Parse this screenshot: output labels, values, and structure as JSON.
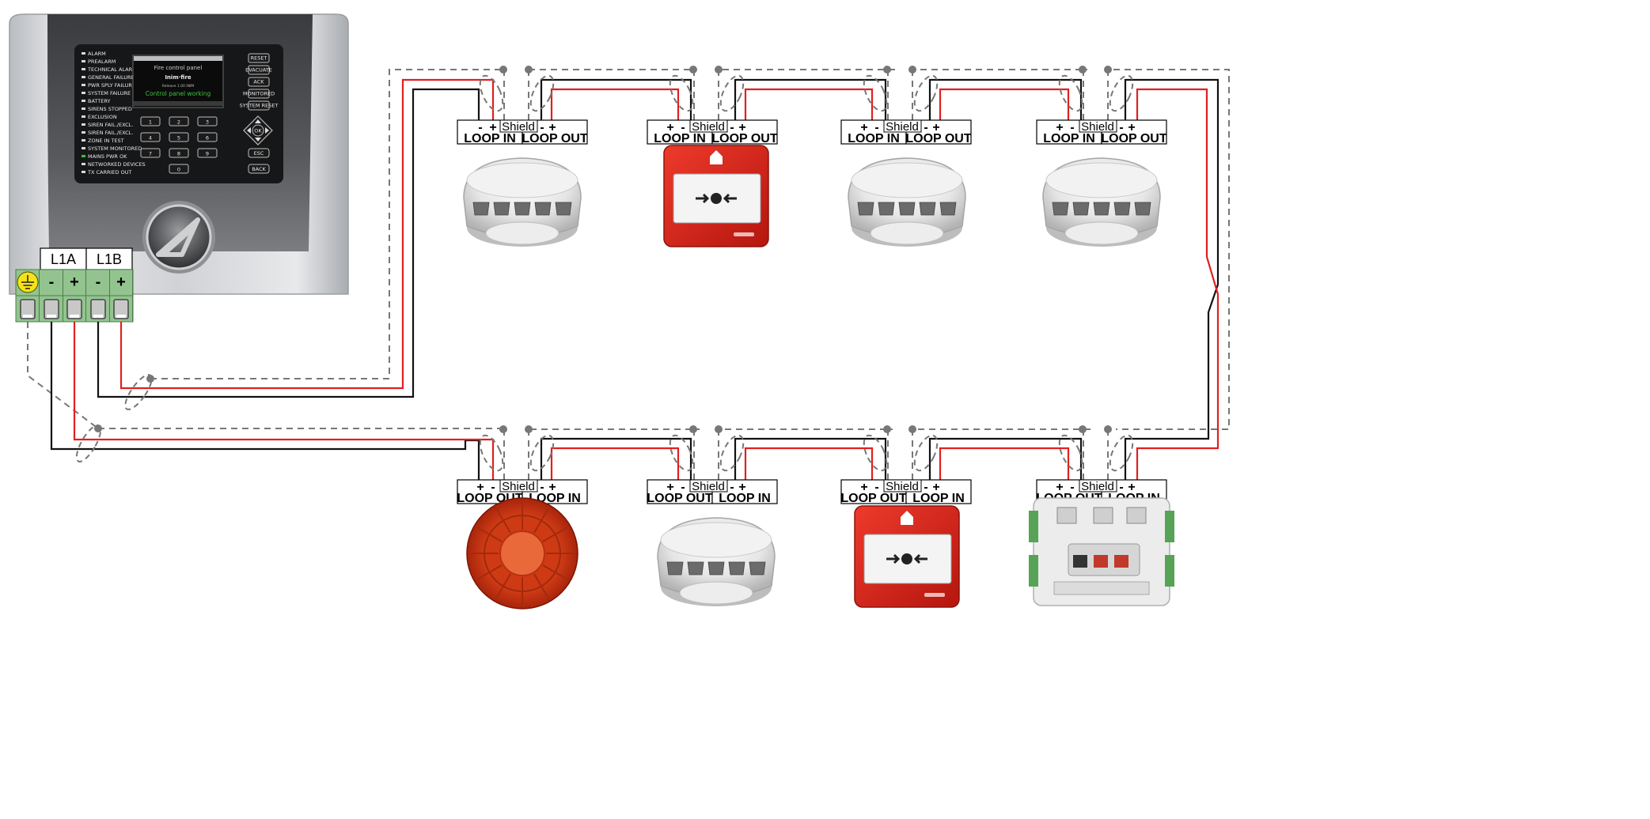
{
  "panel": {
    "leds": [
      "ALARM",
      "PREALARM",
      "TECHNICAL ALARM",
      "GENERAL FAILURE",
      "PWR SPLY FAILURE",
      "SYSTEM FAILURE",
      "BATTERY",
      "SIRENS STOPPED",
      "EXCLUSION",
      "SIREN FAIL./EXCL.",
      "SIREN FAIL./EXCL.",
      "ZONE IN TEST",
      "SYSTEM MONITORED",
      "MAINS PWR OK",
      "NETWORKED DEVICES",
      "TX CARRIED OUT"
    ],
    "display_title": "Fire control panel",
    "display_brand": "Inim·fire",
    "display_release": "Release 1.00 INIM",
    "display_status": "Control panel working",
    "right_buttons": [
      "RESET",
      "EVACUATE",
      "ACK",
      "MONITORED",
      "SYSTEM RESET"
    ],
    "keypad": [
      "1",
      "2",
      "3",
      "4",
      "5",
      "6",
      "7",
      "8",
      "9",
      "0"
    ],
    "ok_label": "OK",
    "esc_label": "ESC",
    "back_label": "BACK"
  },
  "terminal_block": {
    "loop_a": "L1A",
    "loop_b": "L1B",
    "polarities": [
      "-",
      "+",
      "-",
      "+"
    ]
  },
  "devices_top": [
    {
      "polarity_in": [
        "-",
        "+"
      ],
      "polarity_out": [
        "-",
        "+"
      ],
      "shield": "Shield",
      "label_left": "LOOP IN",
      "label_right": "LOOP OUT",
      "device": "smoke-detector"
    },
    {
      "polarity_in": [
        "+",
        "-"
      ],
      "polarity_out": [
        "-",
        "+"
      ],
      "shield": "Shield",
      "label_left": "LOOP IN",
      "label_right": "LOOP OUT",
      "device": "call-point"
    },
    {
      "polarity_in": [
        "+",
        "-"
      ],
      "polarity_out": [
        "-",
        "+"
      ],
      "shield": "Shield",
      "label_left": "LOOP IN",
      "label_right": "LOOP OUT",
      "device": "smoke-detector"
    },
    {
      "polarity_in": [
        "+",
        "-"
      ],
      "polarity_out": [
        "-",
        "+"
      ],
      "shield": "Shield",
      "label_left": "LOOP IN",
      "label_right": "LOOP OUT",
      "device": "smoke-detector"
    }
  ],
  "devices_bottom": [
    {
      "polarity_in": [
        "+",
        "-"
      ],
      "polarity_out": [
        "-",
        "+"
      ],
      "shield": "Shield",
      "label_left": "LOOP OUT",
      "label_right": "LOOP IN",
      "device": "sounder-beacon"
    },
    {
      "polarity_in": [
        "+",
        "-"
      ],
      "polarity_out": [
        "-",
        "+"
      ],
      "shield": "Shield",
      "label_left": "LOOP OUT",
      "label_right": "LOOP IN",
      "device": "smoke-detector"
    },
    {
      "polarity_in": [
        "+",
        "-"
      ],
      "polarity_out": [
        "-",
        "+"
      ],
      "shield": "Shield",
      "label_left": "LOOP OUT",
      "label_right": "LOOP IN",
      "device": "call-point"
    },
    {
      "polarity_in": [
        "+",
        "-"
      ],
      "polarity_out": [
        "-",
        "+"
      ],
      "shield": "Shield",
      "label_left": "LOOP OUT",
      "label_right": "LOOP IN",
      "device": "io-module"
    }
  ],
  "colors": {
    "wire_positive": "#e02020",
    "wire_negative": "#111111",
    "wire_shield": "#777777",
    "terminal_green": "#93c48f",
    "call_point_red": "#d9261c",
    "beacon_orange": "#e2461a"
  }
}
